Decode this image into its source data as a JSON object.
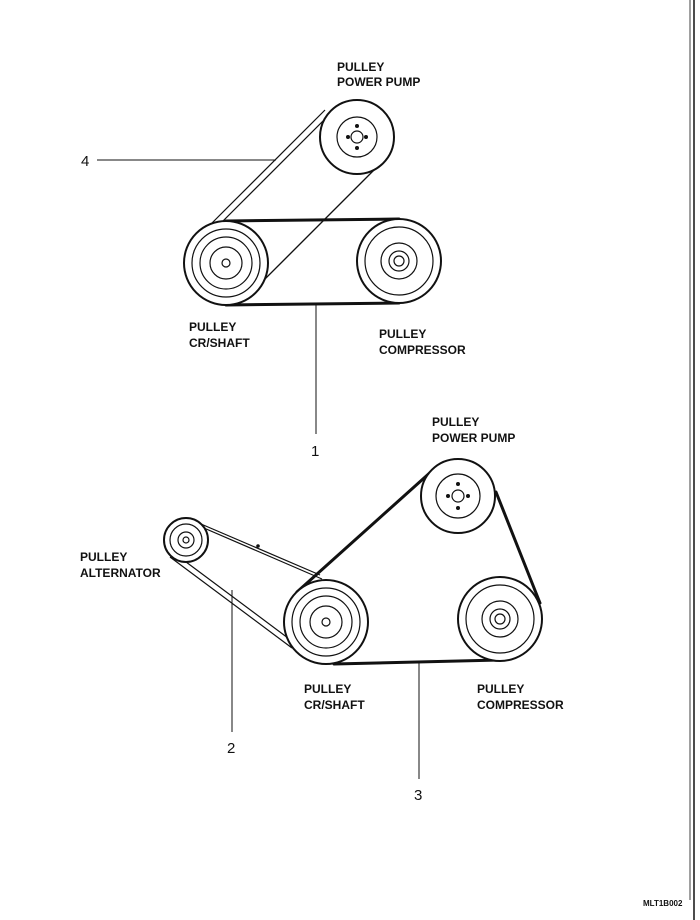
{
  "diagram": {
    "top": {
      "power_pump_label": [
        "PULLEY",
        "POWER PUMP"
      ],
      "crankshaft_label": [
        "PULLEY",
        "CR/SHAFT"
      ],
      "compressor_label": [
        "PULLEY",
        "COMPRESSOR"
      ],
      "callout_4": "4",
      "callout_1": "1"
    },
    "bottom": {
      "power_pump_label": [
        "PULLEY",
        "POWER PUMP"
      ],
      "alternator_label": [
        "PULLEY",
        "ALTERNATOR"
      ],
      "crankshaft_label": [
        "PULLEY",
        "CR/SHAFT"
      ],
      "compressor_label": [
        "PULLEY",
        "COMPRESSOR"
      ],
      "callout_2": "2",
      "callout_3": "3"
    },
    "figure_code": "MLT1B002",
    "colors": {
      "line": "#111111",
      "background": "#ffffff"
    }
  }
}
